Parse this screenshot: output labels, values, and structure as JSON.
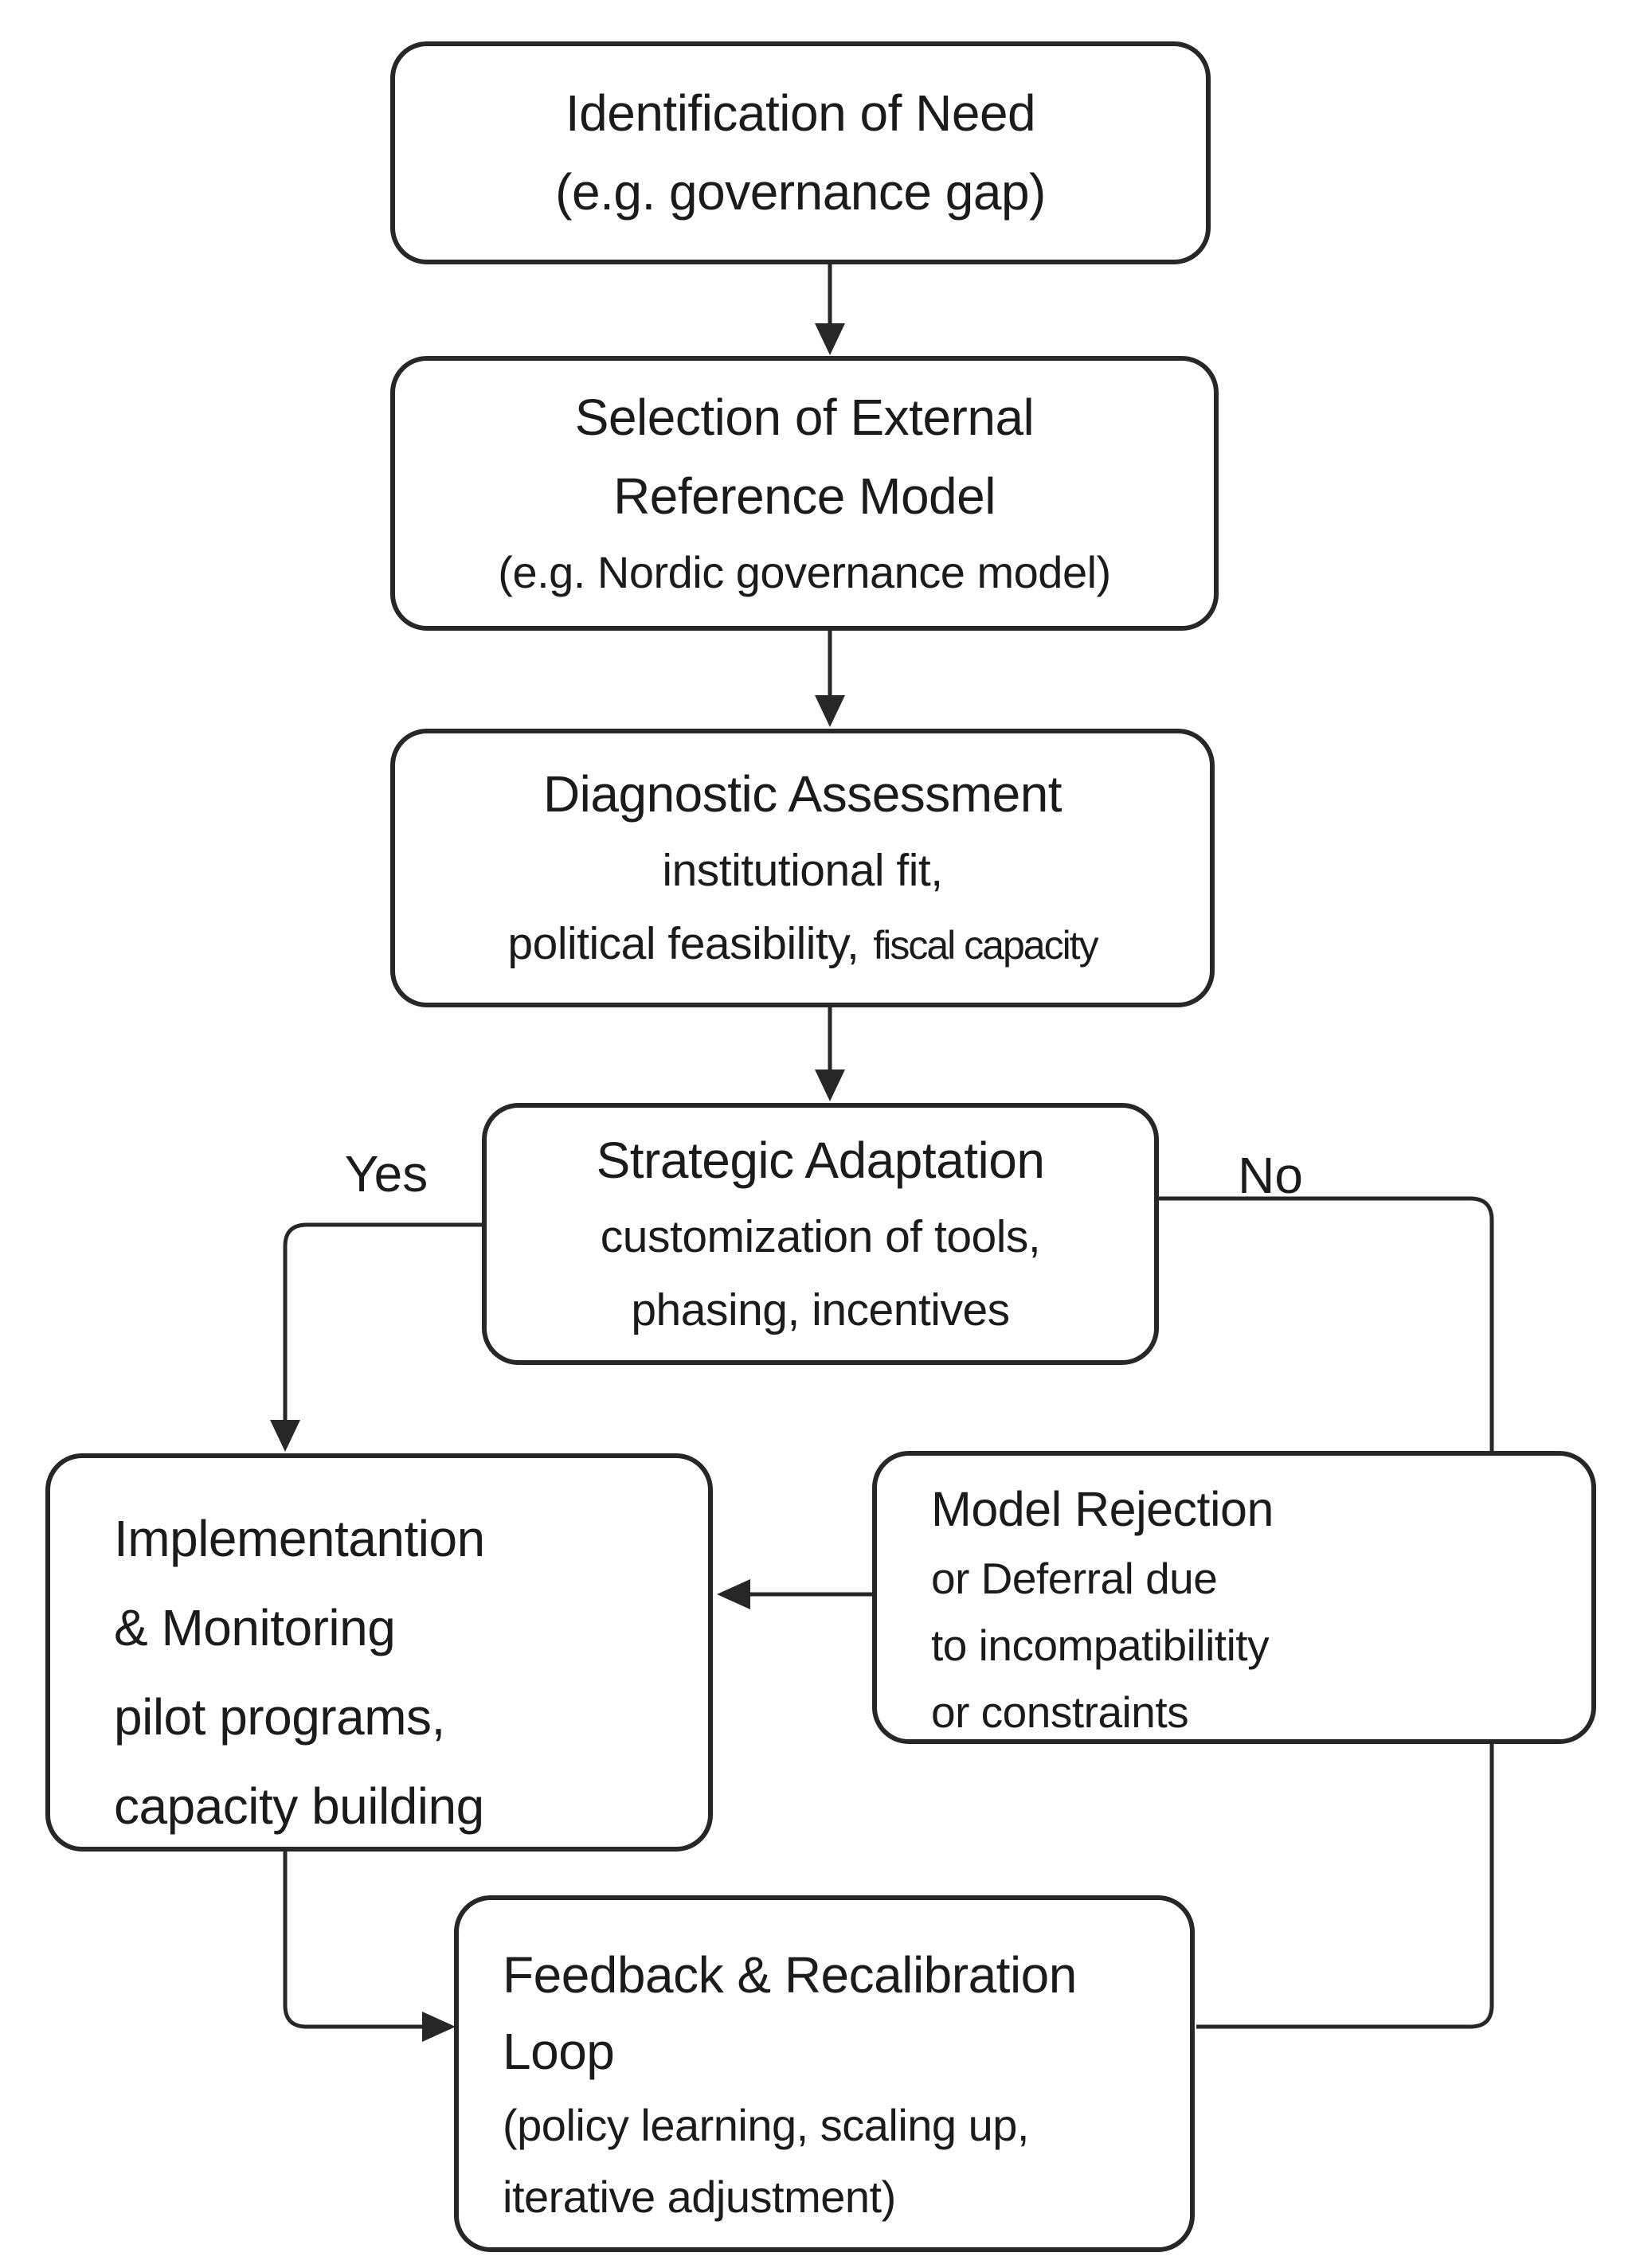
{
  "labels": {
    "yes": "Yes",
    "no": "No"
  },
  "boxes": {
    "identification": {
      "lines": [
        "Identification of Need",
        "(e.g. governance gap)"
      ]
    },
    "selection": {
      "lines": [
        "Selection of External",
        "Reference Model",
        "(e.g. Nordic governance model)"
      ]
    },
    "diagnostic": {
      "lines": [
        "Diagnostic Assessment",
        "institutional fit,"
      ],
      "tail_main": "political feasibility,",
      "tail_small": "fiscal capacity"
    },
    "strategic": {
      "lines": [
        "Strategic Adaptation",
        "customization of tools,",
        "phasing, incentives"
      ]
    },
    "implementation": {
      "lines": [
        "Implementantion",
        "& Monitoring",
        "pilot programs,",
        "capacity building"
      ]
    },
    "rejection": {
      "lines": [
        "Model Rejection",
        "or Deferral due",
        "to incompatibilitity",
        "or constraints"
      ]
    },
    "feedback": {
      "lines": [
        "Feedback & Recalibration",
        "Loop",
        "(policy learning, scaling up,",
        "iterative adjustment)"
      ]
    }
  },
  "connections": [
    {
      "from": "identification",
      "to": "selection",
      "label": ""
    },
    {
      "from": "selection",
      "to": "diagnostic",
      "label": ""
    },
    {
      "from": "diagnostic",
      "to": "strategic",
      "label": ""
    },
    {
      "from": "strategic",
      "to": "implementation",
      "label": "Yes"
    },
    {
      "from": "strategic",
      "to": "rejection",
      "label": "No"
    },
    {
      "from": "rejection",
      "to": "implementation",
      "label": ""
    },
    {
      "from": "implementation",
      "to": "feedback",
      "label": ""
    },
    {
      "from": "rejection",
      "to": "feedback",
      "label": ""
    }
  ],
  "colors": {
    "stroke": "#272727",
    "text": "#1b1b1b",
    "background": "#ffffff"
  }
}
